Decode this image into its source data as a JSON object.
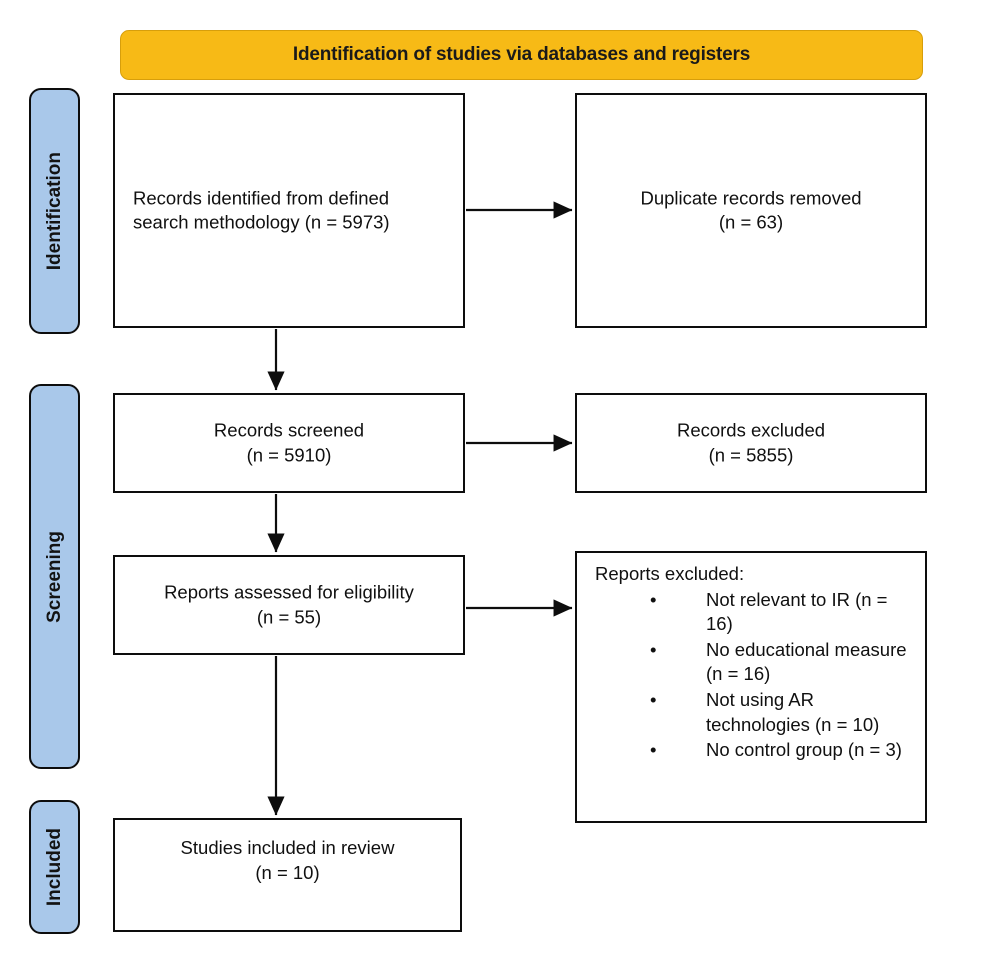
{
  "banner": {
    "title": "Identification of studies via databases and registers",
    "color": "#F7BA16"
  },
  "stages": {
    "color": "#A9C8EA",
    "identification": "Identification",
    "screening": "Screening",
    "included": "Included"
  },
  "boxes": {
    "identified": {
      "line1": "Records identified from defined",
      "line2": "search methodology (n = 5973)",
      "n": 5973
    },
    "duplicates": {
      "line1": "Duplicate records removed",
      "line2": "(n = 63)",
      "n": 63
    },
    "screened": {
      "line1": "Records screened",
      "line2": "(n = 5910)",
      "n": 5910
    },
    "excluded_count": {
      "line1": "Records excluded",
      "line2": "(n = 5855)",
      "n": 5855
    },
    "eligibility": {
      "line1": "Reports assessed for eligibility",
      "line2": "(n = 55)",
      "n": 55
    },
    "reports_excluded": {
      "title": "Reports excluded:",
      "bullet": "•",
      "items": [
        {
          "text": "Not relevant to IR (n = 16)",
          "n": 16
        },
        {
          "text": "No educational measure (n = 16)",
          "n": 16
        },
        {
          "text": "Not using AR technologies (n = 10)",
          "n": 10
        },
        {
          "text": "No control group (n = 3)",
          "n": 3
        }
      ]
    },
    "included": {
      "line1": "Studies included in review",
      "line2": "(n = 10)",
      "n": 10
    }
  }
}
